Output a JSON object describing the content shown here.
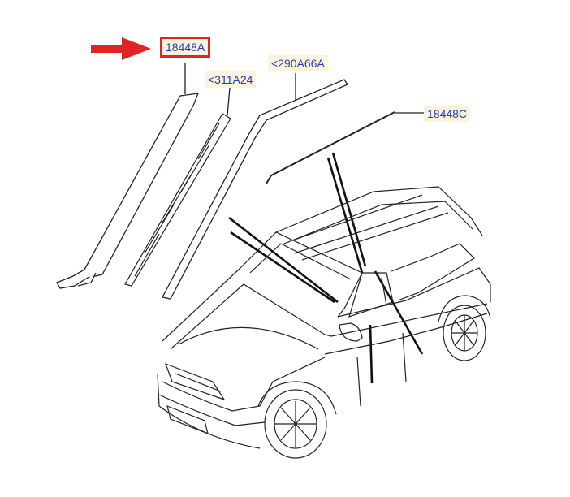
{
  "callouts": {
    "part_a": "18448A",
    "part_b": "<311A24",
    "part_c": "<290A66A",
    "part_d": "18448C"
  },
  "colors": {
    "label_text": "#1f3fb8",
    "label_background": "#fdf3dc",
    "highlight_box": "#d42a2a",
    "arrow": "#e02424",
    "line_art": "#222222"
  },
  "icons": {
    "pointer": "arrow-right-icon"
  }
}
